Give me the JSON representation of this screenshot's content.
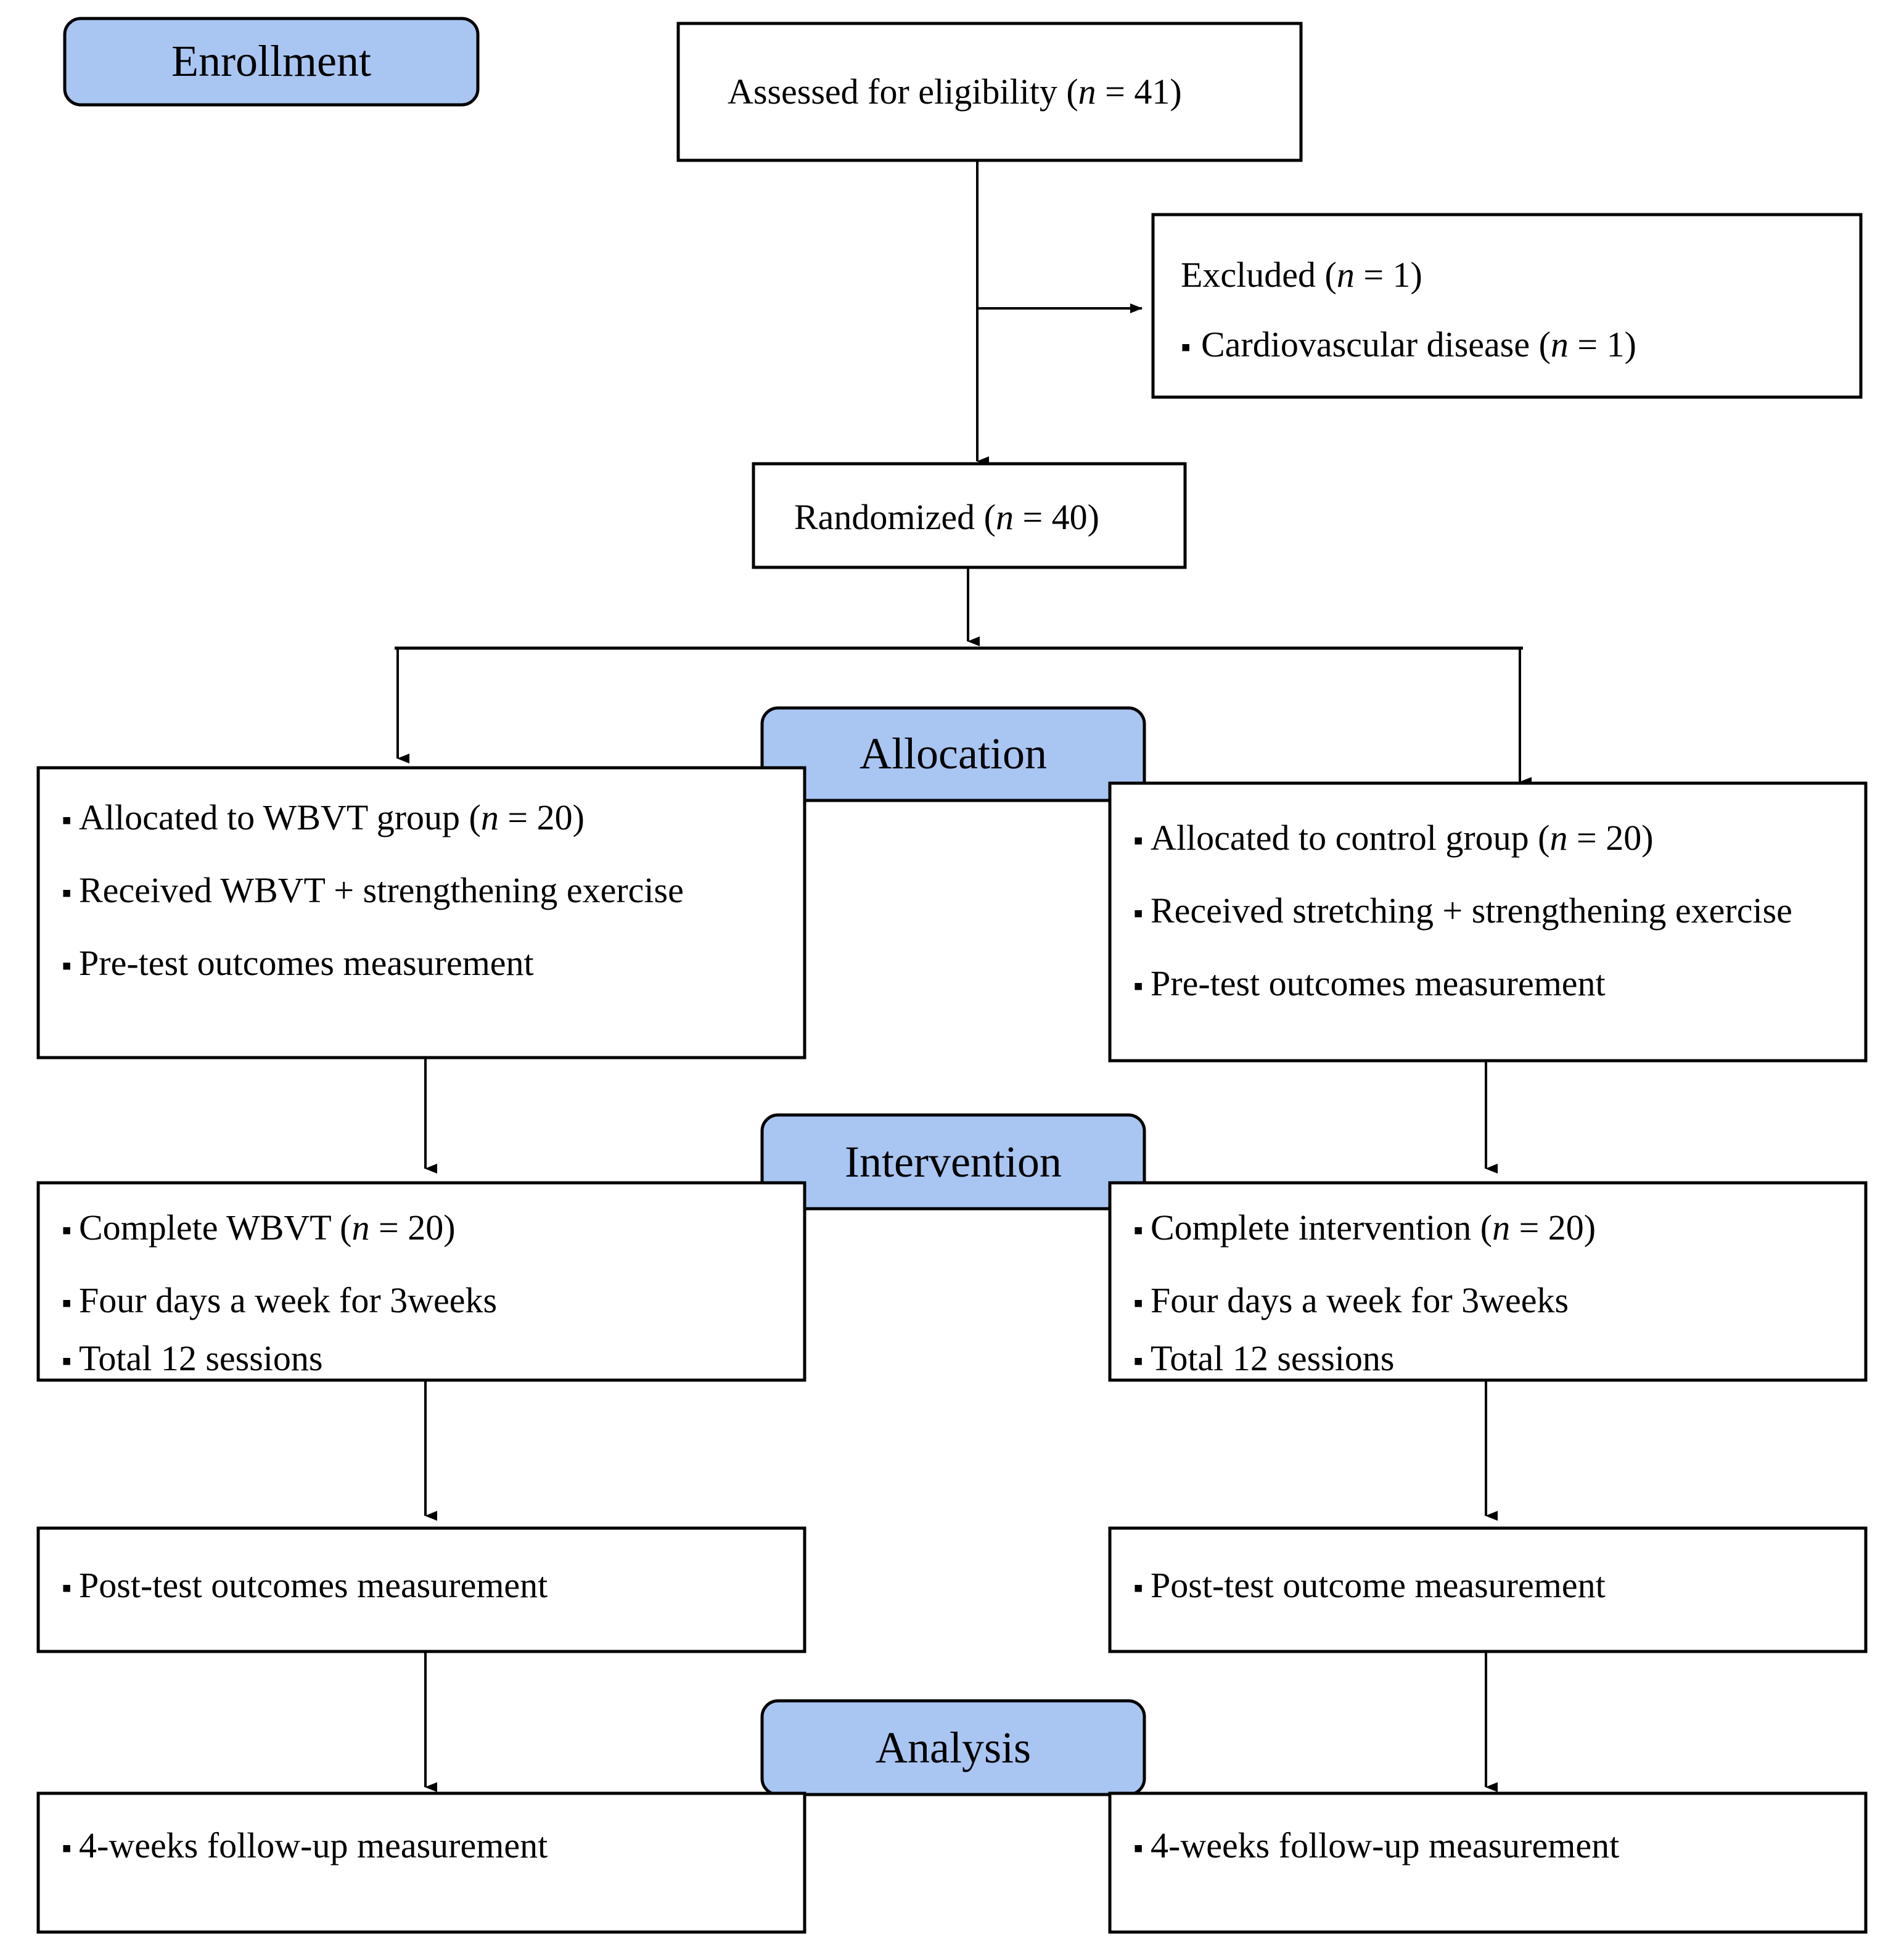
{
  "diagram": {
    "type": "consort-flow-diagram",
    "title": "CONSORT participant flow diagram",
    "accent_color": "#A9C5F2",
    "line_color": "#000000",
    "background_color": "#FFFFFF",
    "bullet_glyph": "▪"
  },
  "stages": [
    {
      "id": "enrollment",
      "label": "Enrollment"
    },
    {
      "id": "allocation",
      "label": "Allocation"
    },
    {
      "id": "intervention",
      "label": "Intervention"
    },
    {
      "id": "analysis",
      "label": "Analysis"
    }
  ],
  "nodes": {
    "assessed": {
      "lines": [
        {
          "pre": "Assessed for eligibility (",
          "ital": "n",
          "post": " = 41)"
        }
      ]
    },
    "excluded": {
      "lines": [
        {
          "bullet": false,
          "pre": "Excluded (",
          "ital": "n",
          "post": " = 1)"
        },
        {
          "bullet": true,
          "pre": "Cardiovascular disease (",
          "ital": "n",
          "post": " = 1)"
        }
      ]
    },
    "randomized": {
      "lines": [
        {
          "pre": "Randomized (",
          "ital": "n",
          "post": " = 40)"
        }
      ]
    },
    "alloc_left": {
      "lines": [
        {
          "bullet": true,
          "pre": "Allocated to WBVT group (",
          "ital": "n",
          "post": " = 20)"
        },
        {
          "bullet": true,
          "pre": "Received WBVT + strengthening exercise",
          "ital": "",
          "post": ""
        },
        {
          "bullet": true,
          "pre": "Pre-test outcomes measurement",
          "ital": "",
          "post": ""
        }
      ]
    },
    "alloc_right": {
      "lines": [
        {
          "bullet": true,
          "pre": "Allocated to control group (",
          "ital": "n",
          "post": " = 20)"
        },
        {
          "bullet": true,
          "pre": "Received stretching + strengthening exercise",
          "ital": "",
          "post": ""
        },
        {
          "bullet": true,
          "pre": "Pre-test outcomes measurement",
          "ital": "",
          "post": ""
        }
      ]
    },
    "interv_left": {
      "lines": [
        {
          "bullet": true,
          "pre": "Complete WBVT (",
          "ital": "n",
          "post": " = 20)"
        },
        {
          "bullet": true,
          "pre": "Four days a week for 3weeks",
          "ital": "",
          "post": ""
        },
        {
          "bullet": true,
          "pre": "Total 12 sessions",
          "ital": "",
          "post": ""
        }
      ]
    },
    "interv_right": {
      "lines": [
        {
          "bullet": true,
          "pre": "Complete intervention (",
          "ital": "n",
          "post": " = 20)"
        },
        {
          "bullet": true,
          "pre": "Four days a week for 3weeks",
          "ital": "",
          "post": ""
        },
        {
          "bullet": true,
          "pre": "Total 12 sessions",
          "ital": "",
          "post": ""
        }
      ]
    },
    "post_left": {
      "lines": [
        {
          "bullet": true,
          "pre": "Post-test outcomes measurement",
          "ital": "",
          "post": ""
        }
      ]
    },
    "post_right": {
      "lines": [
        {
          "bullet": true,
          "pre": "Post-test outcome measurement",
          "ital": "",
          "post": ""
        }
      ]
    },
    "follow_left": {
      "lines": [
        {
          "bullet": true,
          "pre": "4-weeks follow-up measurement",
          "ital": "",
          "post": ""
        }
      ]
    },
    "follow_right": {
      "lines": [
        {
          "bullet": true,
          "pre": "4-weeks follow-up measurement",
          "ital": "",
          "post": ""
        }
      ]
    }
  },
  "text": {
    "enrollment": "Enrollment",
    "allocation": "Allocation",
    "intervention": "Intervention",
    "analysis": "Analysis",
    "assessed_pre": "Assessed for eligibility (",
    "assessed_n": "n",
    "assessed_post": " = 41)",
    "excluded_pre": "Excluded (",
    "excluded_n": "n",
    "excluded_post": " = 1)",
    "cardio_pre": "Cardiovascular disease (",
    "cardio_n": "n",
    "cardio_post": " = 1)",
    "randomized_pre": "Randomized (",
    "randomized_n": "n",
    "randomized_post": " = 40)",
    "alloc_l_1_pre": "Allocated to WBVT group (",
    "alloc_l_1_n": "n",
    "alloc_l_1_post": " = 20)",
    "alloc_l_2": "Received WBVT + strengthening exercise",
    "alloc_l_3": "Pre-test outcomes measurement",
    "alloc_r_1_pre": "Allocated to control group (",
    "alloc_r_1_n": "n",
    "alloc_r_1_post": " = 20)",
    "alloc_r_2": "Received stretching + strengthening exercise",
    "alloc_r_3": "Pre-test outcomes measurement",
    "int_l_1_pre": "Complete WBVT (",
    "int_l_1_n": "n",
    "int_l_1_post": " = 20)",
    "int_l_2": "Four days a week for 3weeks",
    "int_l_3": "Total 12 sessions",
    "int_r_1_pre": "Complete intervention (",
    "int_r_1_n": "n",
    "int_r_1_post": " = 20)",
    "int_r_2": "Four days a week for 3weeks",
    "int_r_3": "Total 12 sessions",
    "post_l_1": "Post-test outcomes measurement",
    "post_r_1": "Post-test outcome measurement",
    "follow_l_1": "4-weeks follow-up measurement",
    "follow_r_1": "4-weeks follow-up measurement",
    "bullet": "▪"
  }
}
